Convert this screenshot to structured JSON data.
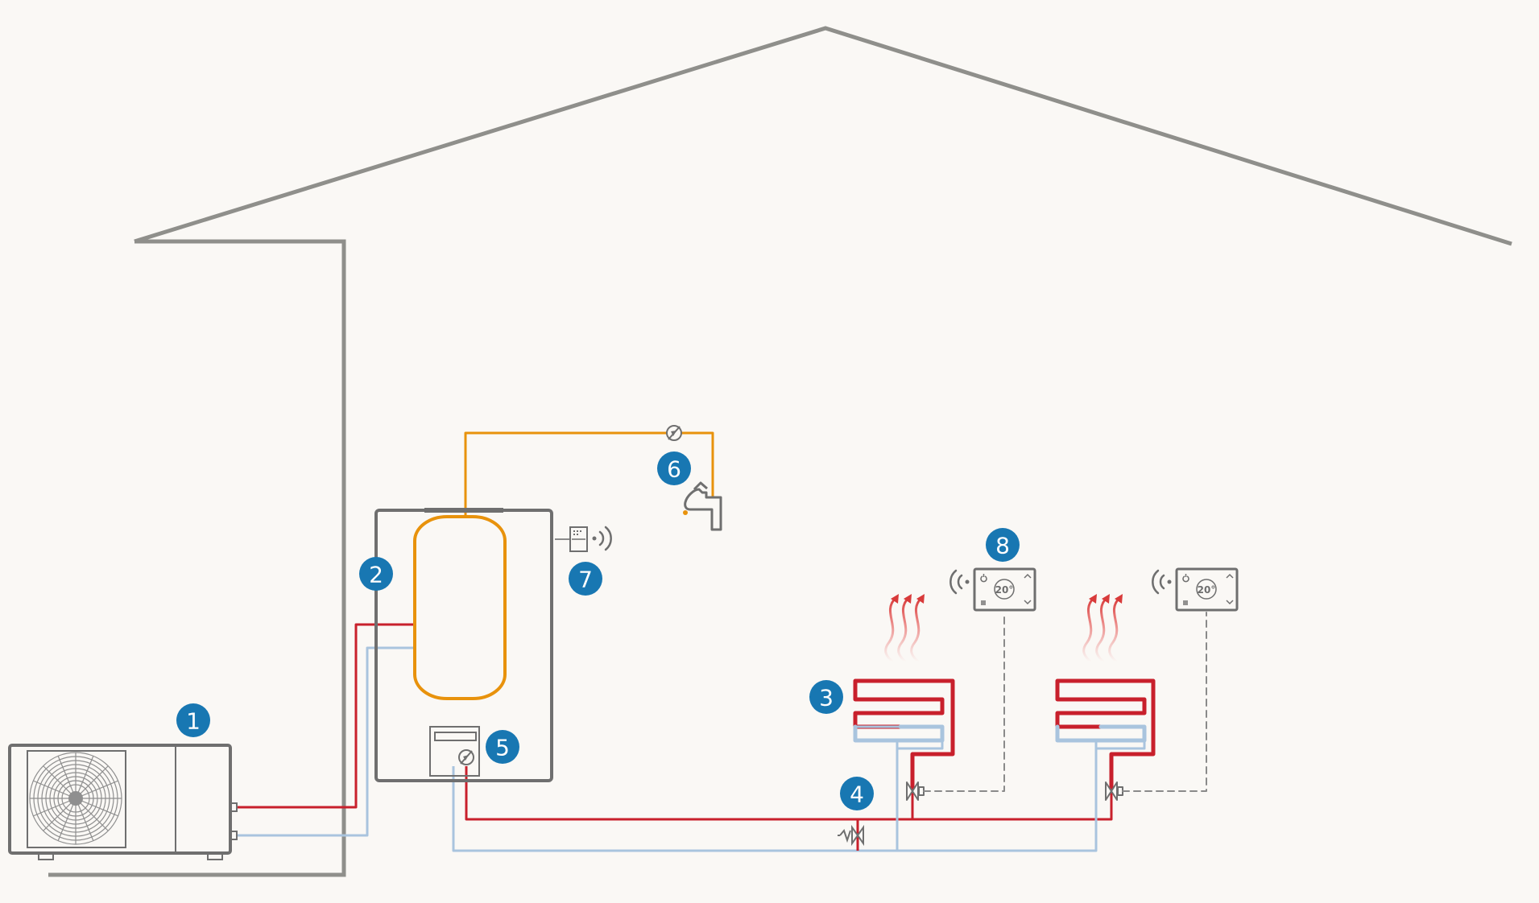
{
  "colors": {
    "background": "#faf8f5",
    "house_outline": "#8f8f8b",
    "equipment_outline": "#6f6f6f",
    "hot_pipe": "#c8202c",
    "cold_pipe": "#a9c4de",
    "dhw_pipe": "#e8920c",
    "badge": "#1877b2",
    "badge_text": "#ffffff"
  },
  "badges": [
    {
      "id": "outdoor-unit",
      "label": "1"
    },
    {
      "id": "storage-tank",
      "label": "2"
    },
    {
      "id": "underfloor-heating",
      "label": "3"
    },
    {
      "id": "bypass-valve",
      "label": "4"
    },
    {
      "id": "circulation-pump",
      "label": "5"
    },
    {
      "id": "hot-water-tap",
      "label": "6"
    },
    {
      "id": "wireless-controller",
      "label": "7"
    },
    {
      "id": "room-thermostat",
      "label": "8"
    }
  ],
  "thermostats": [
    {
      "display": "20°"
    },
    {
      "display": "20°"
    }
  ],
  "icons": {
    "fan": "fan-icon",
    "pump": "pump-icon",
    "tap": "tap-icon",
    "wireless": "wireless-signal-icon",
    "valve": "valve-icon",
    "heat": "heat-waves-icon"
  }
}
